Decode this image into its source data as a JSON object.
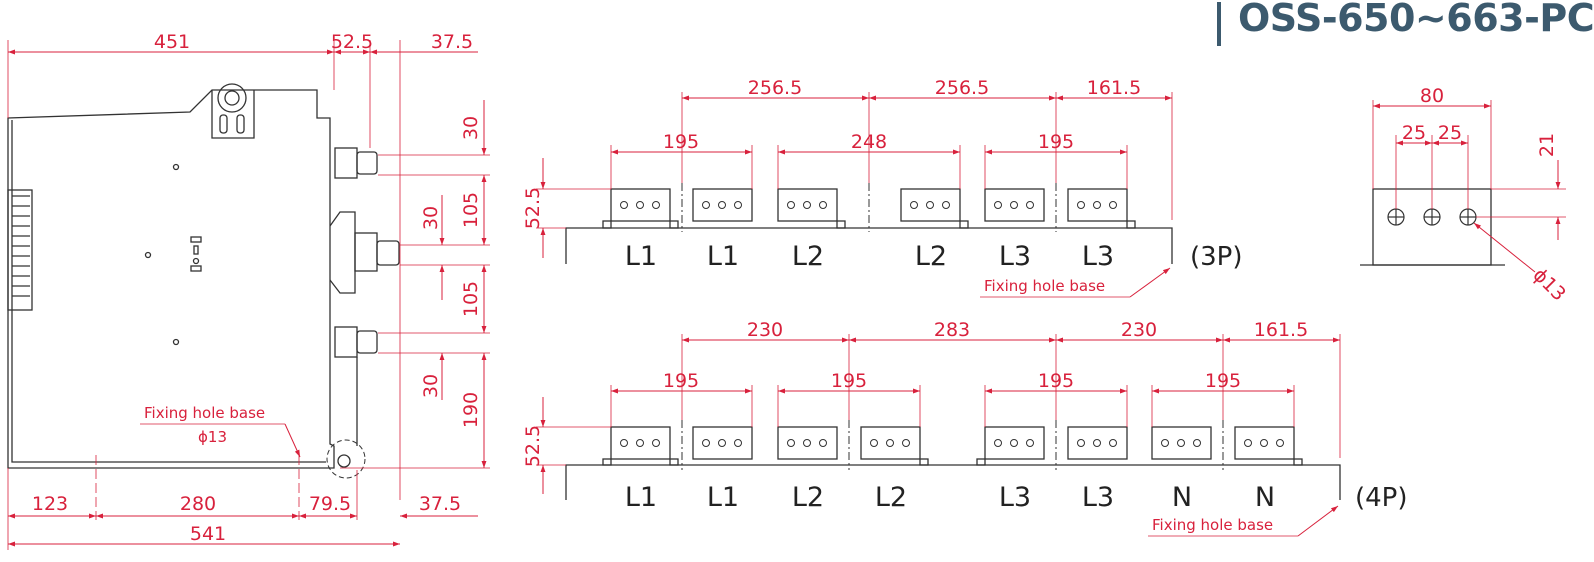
{
  "header": {
    "title": "OSS-650~663-PC"
  },
  "side_view": {
    "top_dims": [
      "451",
      "52.5",
      "37.5"
    ],
    "right_dims": [
      "30",
      "105",
      "30",
      "105",
      "30",
      "190"
    ],
    "bottom_dims": [
      "123",
      "280",
      "79.5",
      "37.5"
    ],
    "overall_dim": "541",
    "fixing_note": "Fixing hole base",
    "hole_dia": "ϕ13"
  },
  "view_3p": {
    "pitch_dims": [
      "256.5",
      "256.5",
      "161.5"
    ],
    "bar_dims": [
      "195",
      "248",
      "195"
    ],
    "height_dim": "52.5",
    "labels": [
      "L1",
      "L1",
      "L2",
      "L2",
      "L3",
      "L3"
    ],
    "pole": "(3P)",
    "fixing_note": "Fixing hole base"
  },
  "view_4p": {
    "pitch_dims": [
      "230",
      "283",
      "230",
      "161.5"
    ],
    "bar_dims": [
      "195",
      "195",
      "195",
      "195"
    ],
    "height_dim": "52.5",
    "labels": [
      "L1",
      "L1",
      "L2",
      "L2",
      "L3",
      "L3",
      "N",
      "N"
    ],
    "pole": "(4P)",
    "fixing_note": "Fixing hole base"
  },
  "detail": {
    "dims": [
      "80",
      "25",
      "25",
      "21"
    ],
    "hole_dia": "ϕ13"
  }
}
